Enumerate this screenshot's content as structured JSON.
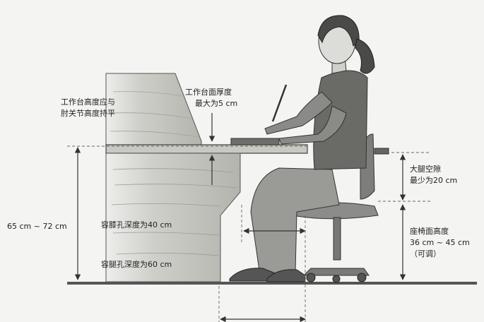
{
  "labels": {
    "workbench_height_line1": "工作台高度应与",
    "workbench_height_line2": "肘关节高度持平",
    "desktop_thickness_line1": "工作台面厚度",
    "desktop_thickness_line2": "最大为5 cm",
    "table_height": "65 cm ~ 72 cm",
    "knee_depth": "容膝孔深度为40 cm",
    "leg_depth": "容腿孔深度为60 cm",
    "thigh_clearance_line1": "大腿空隙",
    "thigh_clearance_line2": "最少为20 cm",
    "seat_height_line1": "座椅面高度",
    "seat_height_line2": "36 cm ~ 45 cm",
    "seat_height_line3": "（可调）"
  },
  "icons": {
    "person": "seated-woman-writing",
    "desk": "workbench",
    "chair": "adjustable-office-chair"
  },
  "colors": {
    "desk_fill": "#b9b9b4",
    "person_fill": "#8a8a88",
    "line": "#333333",
    "floor": "#444444"
  }
}
